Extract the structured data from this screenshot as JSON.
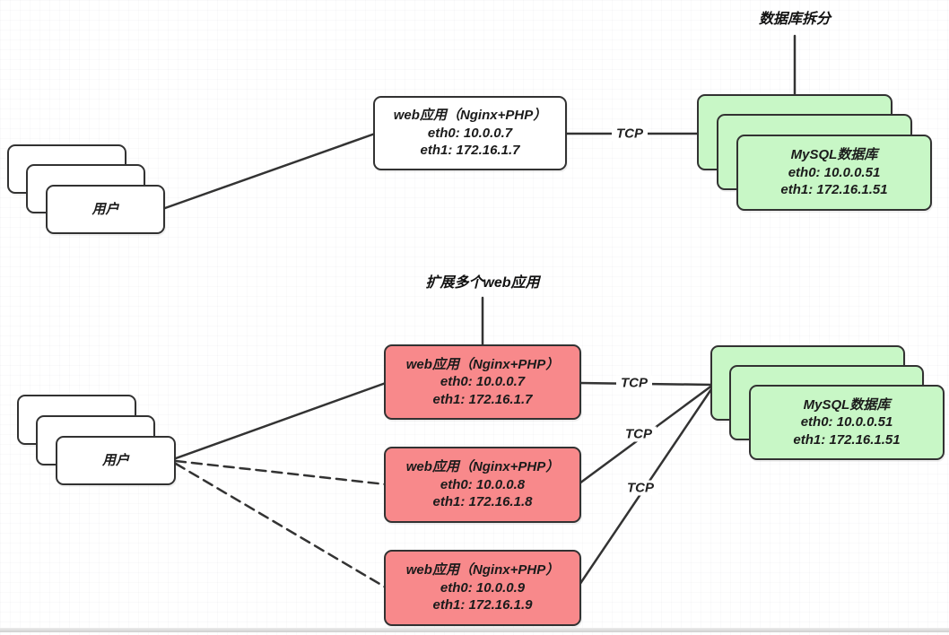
{
  "top": {
    "annotation": "数据库拆分",
    "users_label": "用户",
    "webapp": {
      "title": "web应用（Nginx+PHP）",
      "eth0": "eth0: 10.0.0.7",
      "eth1": "eth1: 172.16.1.7"
    },
    "tcp": "TCP",
    "mysql": {
      "title": "MySQL数据库",
      "eth0": "eth0: 10.0.0.51",
      "eth1": "eth1: 172.16.1.51"
    }
  },
  "bottom": {
    "annotation": "扩展多个web应用",
    "users_label": "用户",
    "webapps": [
      {
        "title": "web应用（Nginx+PHP）",
        "eth0": "eth0: 10.0.0.7",
        "eth1": "eth1: 172.16.1.7"
      },
      {
        "title": "web应用（Nginx+PHP）",
        "eth0": "eth0: 10.0.0.8",
        "eth1": "eth1: 172.16.1.8"
      },
      {
        "title": "web应用（Nginx+PHP）",
        "eth0": "eth0: 10.0.0.9",
        "eth1": "eth1: 172.16.1.9"
      }
    ],
    "tcp_labels": [
      "TCP",
      "TCP",
      "TCP"
    ],
    "mysql": {
      "title": "MySQL数据库",
      "eth0": "eth0: 10.0.0.51",
      "eth1": "eth1: 172.16.1.51"
    }
  },
  "colors": {
    "green_fill": "#c8f7c6",
    "red_fill": "#f8898b",
    "stroke": "#333333"
  }
}
